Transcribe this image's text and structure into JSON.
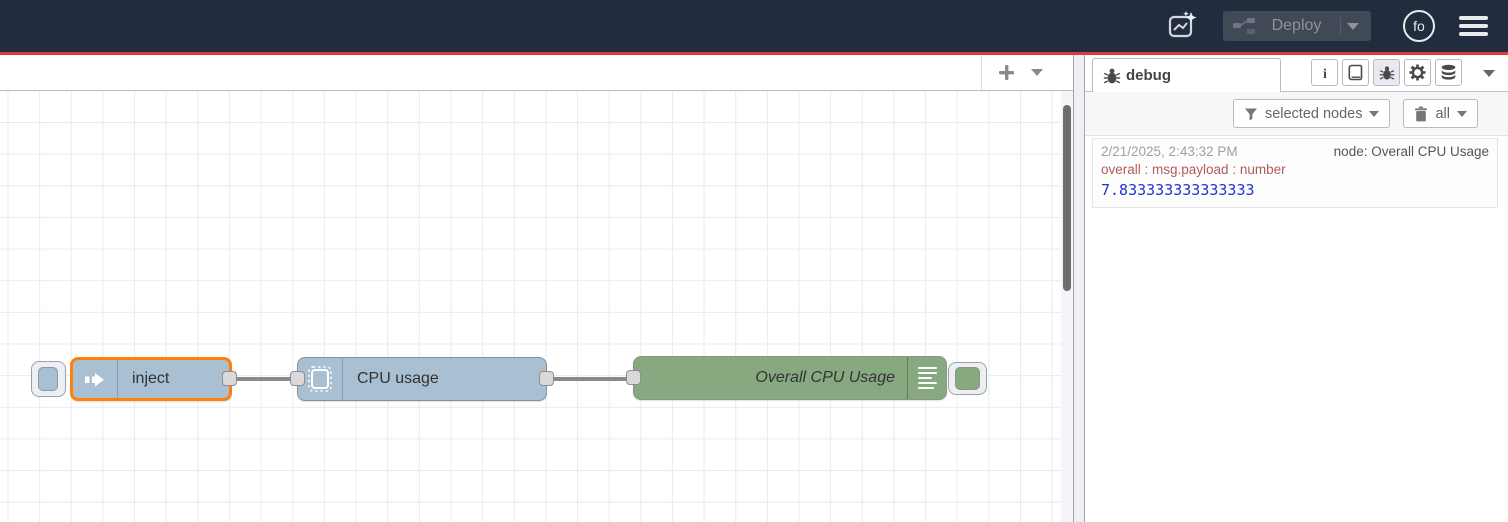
{
  "header": {
    "deploy": {
      "label": "Deploy"
    },
    "avatar": {
      "initials": "fo"
    }
  },
  "flow": {
    "nodes": [
      {
        "type": "inject",
        "label": "inject",
        "selected": true
      },
      {
        "type": "cpu",
        "label": "CPU usage",
        "selected": false
      },
      {
        "type": "debug",
        "label": "Overall CPU Usage",
        "selected": false
      }
    ]
  },
  "sidebar": {
    "tab": {
      "label": "debug"
    },
    "toolbar": {
      "filter_label": "selected nodes",
      "clear_label": "all"
    },
    "messages": [
      {
        "timestamp": "2/21/2025, 2:43:32 PM",
        "source": "node: Overall CPU Usage",
        "property": "overall : msg.payload : number",
        "value": "7.833333333333333"
      }
    ]
  },
  "colors": {
    "header_bg": "#212d3f",
    "banner_red": "#db3b3b",
    "node_blue": "#a9bfd2",
    "node_green": "#87a980",
    "selected_border": "#ff7f0e",
    "wire": "#8a8a8a",
    "grid_line": "#e9e9f4",
    "debug_value": "#2433cc",
    "debug_property": "#b25b5b"
  }
}
